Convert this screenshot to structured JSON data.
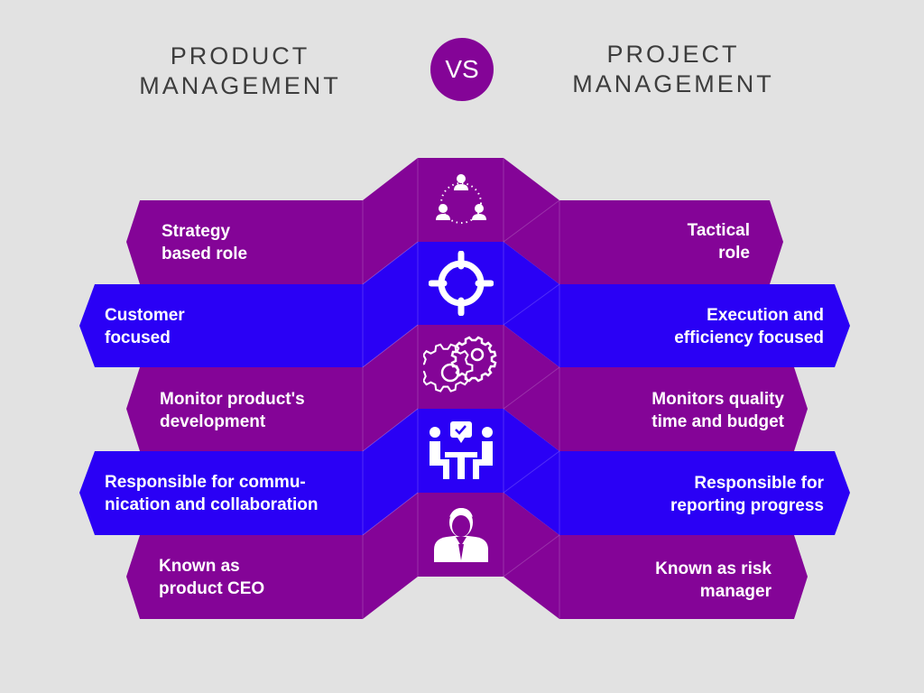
{
  "header": {
    "left_title": [
      "PRODUCT",
      "MANAGEMENT"
    ],
    "vs_label": "VS",
    "right_title": [
      "PROJECT",
      "MANAGEMENT"
    ]
  },
  "colors": {
    "background": "#e2e2e2",
    "purple": "#840497",
    "blue": "#2a00f5",
    "title_text": "#3d3d3d",
    "label_text": "#ffffff"
  },
  "center_icons": [
    {
      "name": "team-network-icon",
      "band_color": "purple"
    },
    {
      "name": "target-crosshair-icon",
      "band_color": "blue"
    },
    {
      "name": "gears-icon",
      "band_color": "purple"
    },
    {
      "name": "meeting-approval-icon",
      "band_color": "blue"
    },
    {
      "name": "businessman-icon",
      "band_color": "purple"
    }
  ],
  "rows": [
    {
      "color": "purple",
      "product": [
        "Strategy",
        "based role"
      ],
      "project": [
        "Tactical",
        "role"
      ]
    },
    {
      "color": "blue",
      "product": [
        "Customer",
        "focused"
      ],
      "project": [
        "Execution and",
        "efficiency focused"
      ]
    },
    {
      "color": "purple",
      "product": [
        "Monitor product's",
        "development"
      ],
      "project": [
        "Monitors quality",
        "time and budget"
      ]
    },
    {
      "color": "blue",
      "product": [
        "Responsible for commu-",
        "nication and collaboration"
      ],
      "project": [
        "Responsible for",
        "reporting progress"
      ]
    },
    {
      "color": "purple",
      "product": [
        "Known as",
        "product CEO"
      ],
      "project": [
        "Known as risk",
        "manager"
      ]
    }
  ]
}
